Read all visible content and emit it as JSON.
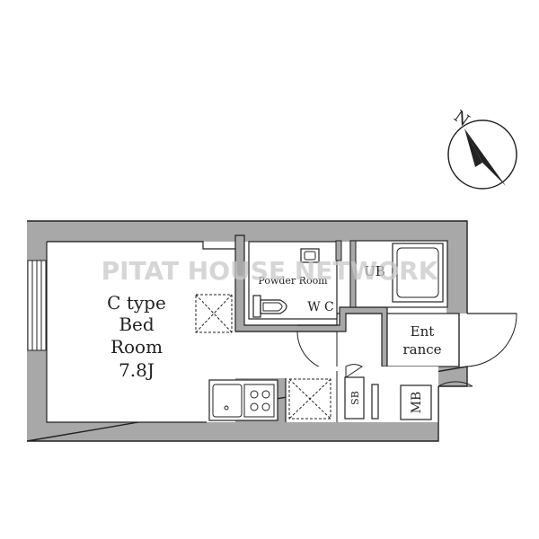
{
  "rooms": {
    "bed_type": "C type",
    "bed_line2": "Bed",
    "bed_line3": "Room",
    "bed_size": "7.8J",
    "powder": "Powder Room",
    "wc": "W C",
    "ub": "UB",
    "entrance_line1": "Ent",
    "entrance_line2": "rance",
    "sb": "SB",
    "mb": "MB"
  },
  "watermark": "PITAT HOUSE NETWORK",
  "compass": {
    "north": "N"
  },
  "colors": {
    "wall": "#a8a8a8",
    "line": "#222222",
    "watermark": "#c8c8c8"
  }
}
